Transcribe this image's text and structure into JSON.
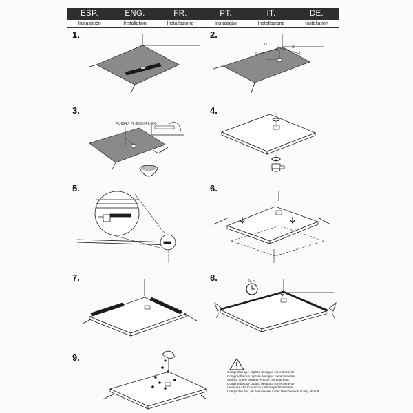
{
  "header": {
    "languages": [
      "ESP.",
      "ENG.",
      "FR.",
      "PT.",
      "IT.",
      "DE."
    ],
    "subtitles": [
      "Instalación",
      "Installation",
      "Installazione",
      "Instalação",
      "Installazione",
      "Installation"
    ]
  },
  "steps": [
    {
      "number": "1."
    },
    {
      "number": "2."
    },
    {
      "number": "3."
    },
    {
      "number": "4."
    },
    {
      "number": "5."
    },
    {
      "number": "6."
    },
    {
      "number": "7."
    },
    {
      "number": "8."
    },
    {
      "number": "9."
    }
  ],
  "step2": {
    "dim_d": "D",
    "dim_c": "C"
  },
  "step3": {
    "products": "PL-904 // PL-908 // PL-909"
  },
  "step8": {
    "time": "24 h"
  },
  "warning": {
    "lines": [
      "Comprobar que el plato desagua correctamente",
      "Compruebe que o prato desagua correctamente",
      "Vérifiez que le plateau évacue correctement",
      "Compruebe que o plato desagua correctamente",
      "Verificare che lo scarico funzioni perfettamente",
      "Überprüfen Sie, ob das Wasser in der Duschwanne richtig abläuft."
    ]
  },
  "colors": {
    "header_bg": "#2e2e2e",
    "floor": "#8a8a8a",
    "line": "#1a1a1a"
  }
}
